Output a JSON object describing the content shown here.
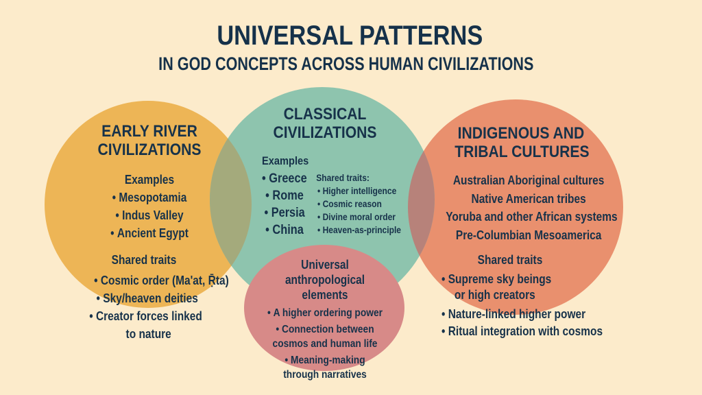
{
  "title": "UNIVERSAL PATTERNS",
  "subtitle": "IN GOD CONCEPTS ACROSS HUMAN CIVILIZATIONS",
  "colors": {
    "background": "#FCEBCB",
    "text": "#17324A",
    "early_river": "#EDB556",
    "classical": "#8EC4AE",
    "indigenous": "#E9906E",
    "universal": "#D78A88",
    "overlap_early_classical": "#A4AA7C",
    "overlap_classical_indigenous": "#B7827A"
  },
  "early_river": {
    "heading_line1": "EARLY RIVER",
    "heading_line2": "CIVILIZATIONS",
    "examples_label": "Examples",
    "examples": [
      "Mesopotamia",
      "Indus Valley",
      "Ancient Egypt"
    ],
    "traits_label": "Shared traits",
    "traits": [
      "Cosmic order (Ma'at, Ṝta)",
      "Sky/heaven deities",
      "Creator forces linked",
      "to nature"
    ]
  },
  "classical": {
    "heading_line1": "CLASSICAL",
    "heading_line2": "CIVILIZATIONS",
    "examples_label": "Examples",
    "examples": [
      "Greece",
      "Rome",
      "Persia",
      "China"
    ],
    "traits_label": "Shared traits:",
    "traits": [
      "Higher intelligence",
      "Cosmic reason",
      "Divine moral order",
      "Heaven-as-principle"
    ]
  },
  "indigenous": {
    "heading_line1": "INDIGENOUS AND",
    "heading_line2": "TRIBAL CULTURES",
    "examples": [
      "Australian Aboriginal cultures",
      "Native American tribes",
      "Yoruba and other African systems",
      "Pre-Columbian Mesoamerica"
    ],
    "traits_label": "Shared traits",
    "traits": [
      "Supreme sky beings",
      "or high creators",
      "Nature-linked higher power",
      "Ritual integration with cosmos"
    ]
  },
  "universal": {
    "heading_line1": "Universal",
    "heading_line2": "anthropological",
    "heading_line3": "elements",
    "items": [
      "A higher ordering power",
      "Connection between",
      "cosmos and human life",
      "Meaning-making",
      "through narratives"
    ]
  }
}
